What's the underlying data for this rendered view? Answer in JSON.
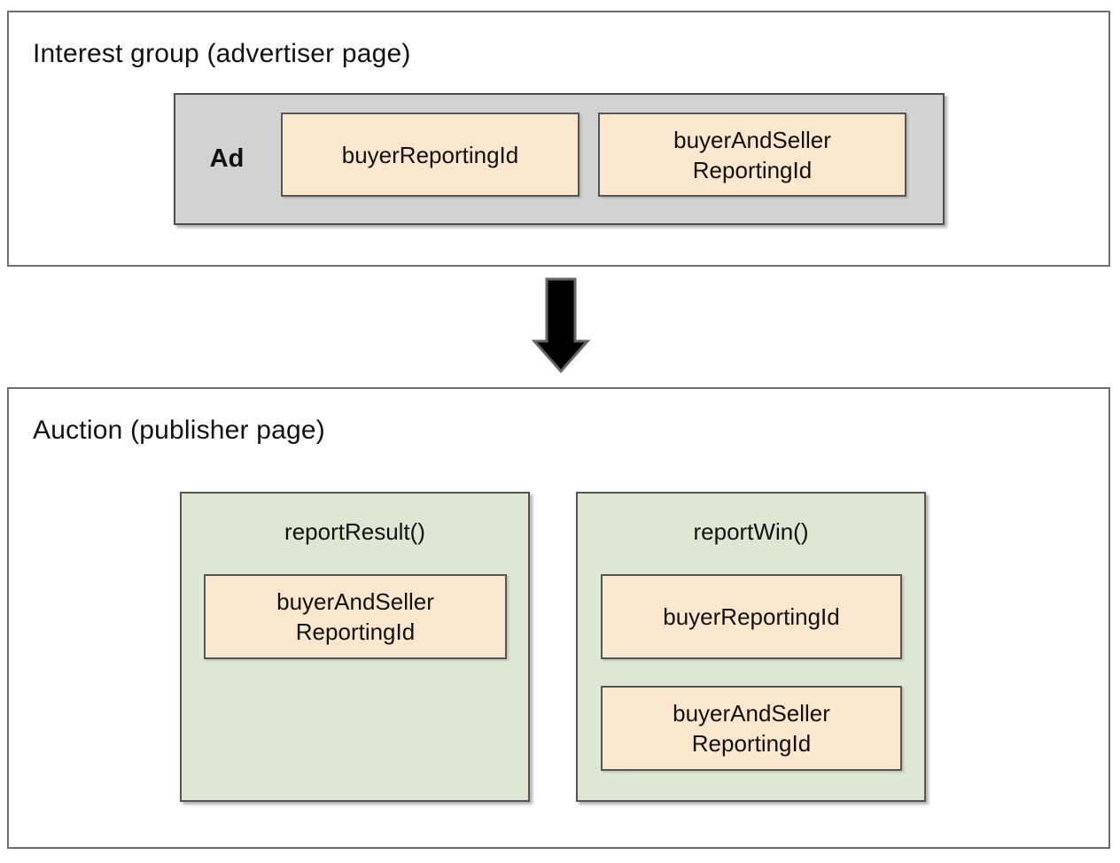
{
  "colors": {
    "panel_border": "#6e6e6e",
    "box_border": "#545454",
    "ad_box_bg": "#d2d2d2",
    "id_box_bg": "#fbe7cd",
    "function_box_bg": "#dce8d3",
    "arrow_fill": "#000000",
    "arrow_stroke": "#666666",
    "text": "#111111"
  },
  "interest_group": {
    "title": "Interest group (advertiser page)",
    "ad": {
      "label": "Ad",
      "ids": [
        {
          "label": "buyerReportingId"
        },
        {
          "label": "buyerAndSeller\nReportingId"
        }
      ]
    }
  },
  "arrow": {
    "name": "down-arrow",
    "direction": "down"
  },
  "auction": {
    "title": "Auction (publisher page)",
    "functions": [
      {
        "name": "reportResult()",
        "ids": [
          {
            "label": "buyerAndSeller\nReportingId"
          }
        ]
      },
      {
        "name": "reportWin()",
        "ids": [
          {
            "label": "buyerReportingId"
          },
          {
            "label": "buyerAndSeller\nReportingId"
          }
        ]
      }
    ]
  }
}
